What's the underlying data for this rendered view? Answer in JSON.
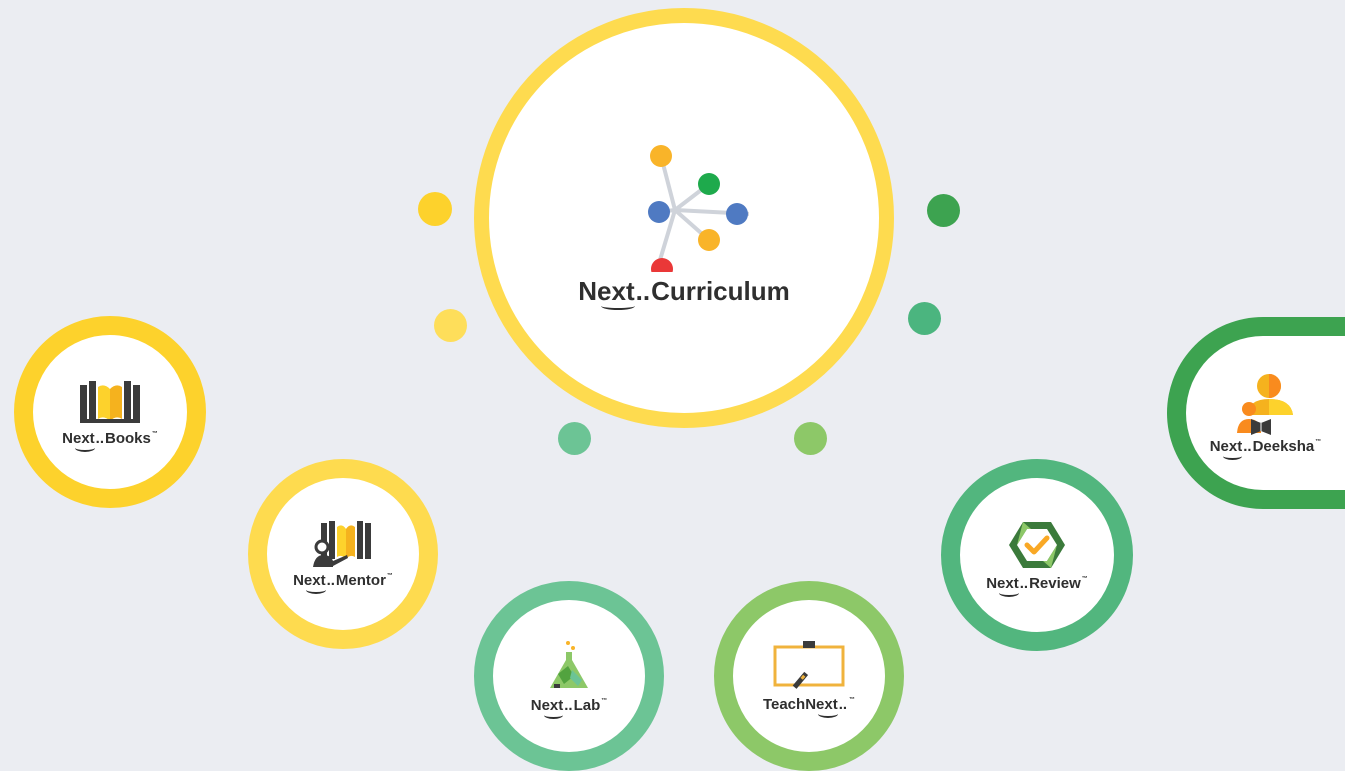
{
  "center": {
    "prefix": "Next",
    "name": "Curriculum",
    "ring_color": "#fedb4f"
  },
  "products": [
    {
      "key": "books",
      "prefix": "Next",
      "name": "Books",
      "tm": "™",
      "ring_color": "#fdd22c",
      "icon": "open-book-icon"
    },
    {
      "key": "mentor",
      "prefix": "Next",
      "name": "Mentor",
      "tm": "™",
      "ring_color": "#fedb4f",
      "icon": "teacher-book-icon"
    },
    {
      "key": "lab",
      "prefix": "Next",
      "name": "Lab",
      "tm": "™",
      "ring_color": "#6cc495",
      "icon": "lab-flask-icon"
    },
    {
      "key": "teach",
      "prefix": "Teach",
      "name": "Next",
      "tm": "™",
      "ring_color": "#8dc868",
      "icon": "smartboard-icon"
    },
    {
      "key": "review",
      "prefix": "Next",
      "name": "Review",
      "tm": "™",
      "ring_color": "#52b67e",
      "icon": "checkmark-hexagon-icon"
    },
    {
      "key": "deeksha",
      "prefix": "Next",
      "name": "Deeksha",
      "tm": "™",
      "ring_color": "#3da350",
      "icon": "person-reading-icon"
    }
  ],
  "colors": {
    "background": "#ebedf2",
    "yellow": "#fdd22c",
    "green_dark": "#3da350",
    "green_mid": "#52b67e",
    "green_light": "#8dc868",
    "orange": "#f9b429",
    "blue": "#4f7ac2",
    "red": "#ea3838",
    "text": "#2f2f2f"
  }
}
